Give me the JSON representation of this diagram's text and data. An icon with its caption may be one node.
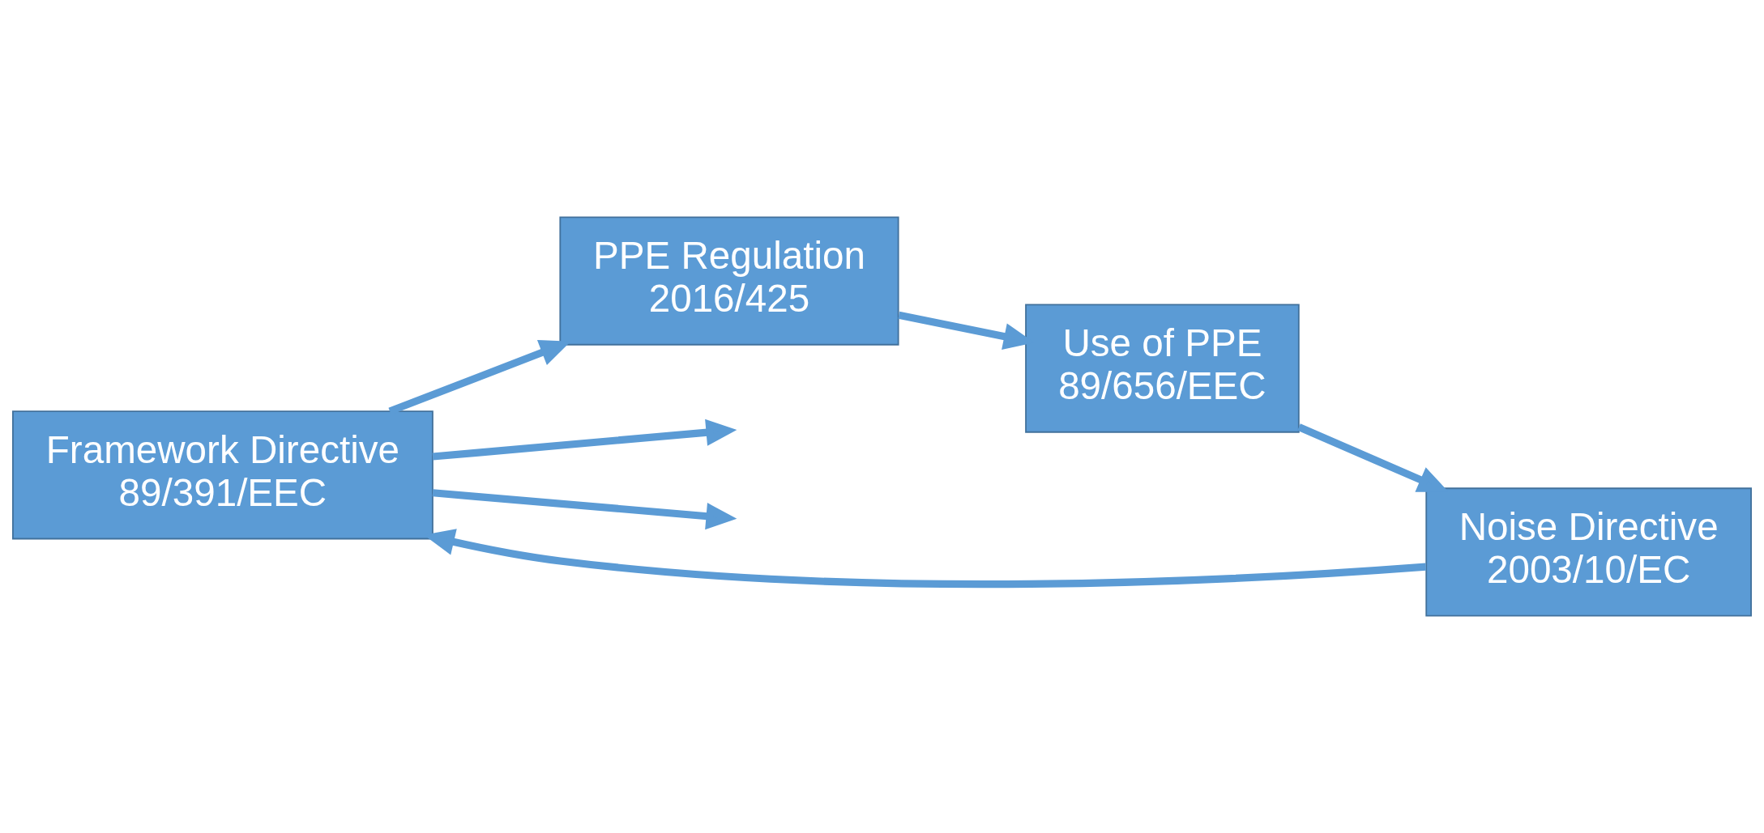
{
  "diagram": {
    "nodes": [
      {
        "text": [
          "Framework Directive 89/391/EEC"
        ]
      },
      {
        "text": [
          "PPE Regulation 2016/425"
        ]
      },
      {
        "text": [
          "Use of PPE 89/656/EEC"
        ]
      },
      {
        "text": [
          "Noise Directive 2003/10/EC"
        ]
      }
    ],
    "edges": [
      {
        "from": 0,
        "to": 1,
        "arrow": "to"
      },
      {
        "from": 1,
        "to": 2,
        "arrow": "to"
      },
      {
        "from": 2,
        "to": 3,
        "arrow": "to"
      },
      {
        "from": 3,
        "to": 0,
        "arrow": "to"
      },
      {
        "from": 0,
        "to": null,
        "arrow": "to"
      },
      {
        "from": 0,
        "to": null,
        "arrow": "to"
      }
    ]
  }
}
